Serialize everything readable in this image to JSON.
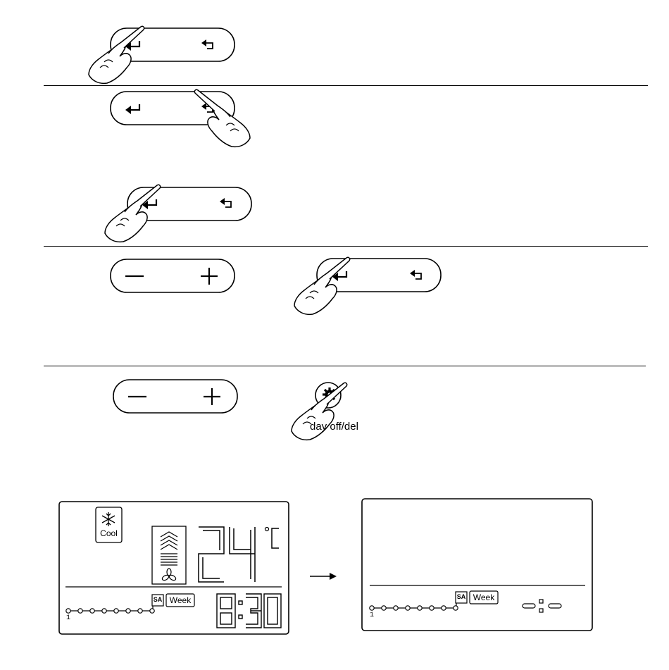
{
  "section4": {
    "function_key_label": "day off/del"
  },
  "lcd_before": {
    "mode_label": "Cool",
    "mode_icon": "snowflake-icon",
    "temperature": "24",
    "temperature_unit": "°C",
    "day_tag": "SA",
    "week_label": "Week",
    "timeline_start": "1",
    "clock": "8:30"
  },
  "lcd_after": {
    "day_tag": "SA",
    "week_label": "Week",
    "timeline_start": "1",
    "clock_blank": "- : -"
  },
  "arrow_icon": "right-arrow-icon",
  "buttons": {
    "enter_icon": "enter-arrow-icon",
    "back_icon": "back-arrow-icon",
    "minus_icon": "minus-icon",
    "plus_icon": "plus-icon",
    "function_icon": "gear-icon"
  }
}
